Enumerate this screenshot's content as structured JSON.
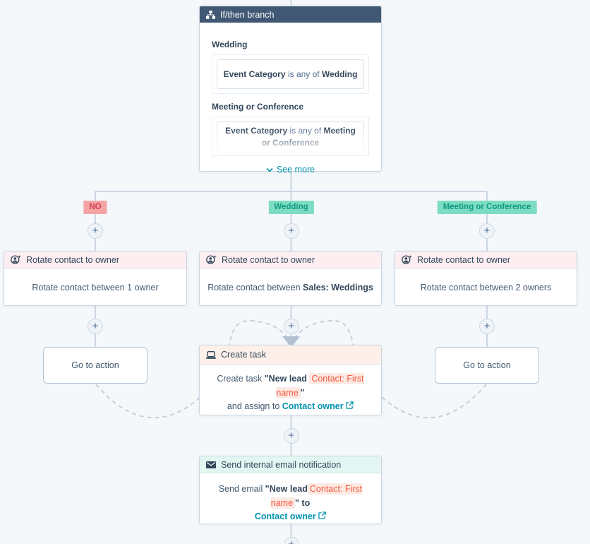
{
  "glyphs": {
    "plus": "+"
  },
  "colors": {
    "background": "#f5f8fa",
    "connector": "#cbd6e2",
    "branch_header": "#405873",
    "no_pill_bg": "#f5a4a6",
    "no_pill_text": "#d23e4c",
    "teal_pill_bg": "#7edcc3",
    "teal_pill_text": "#0f9b80",
    "token_text": "#f5563a",
    "token_bg": "#fde9e3",
    "link_teal": "#0091ae"
  },
  "icons": {
    "branch": "sitemap-icon",
    "rotate": "rotate-contact-icon",
    "task": "task-icon",
    "email": "envelope-icon",
    "external": "external-link-icon",
    "chevron": "chevron-down-icon",
    "plus": "plus-icon"
  },
  "if_then": {
    "title": "If/then branch",
    "sections": [
      {
        "name": "Wedding",
        "property": "Event Category",
        "operator": " is any of ",
        "value": "Wedding"
      },
      {
        "name": "Meeting or Conference",
        "property": "Event Category",
        "operator": " is any of ",
        "value": "Meeting or Conference"
      }
    ],
    "see_more": "See more"
  },
  "branch_pills": {
    "no": "NO",
    "wedding": "Wedding",
    "meeting": "Meeting or Conference"
  },
  "rotate_cards": {
    "title": "Rotate contact to owner",
    "left": {
      "prefix": "Rotate contact between ",
      "value": "1 owner"
    },
    "middle": {
      "prefix": "Rotate contact between ",
      "value": "Sales: Weddings"
    },
    "right": {
      "prefix": "Rotate contact between ",
      "value": "2 owners"
    }
  },
  "goto_cards": {
    "label": "Go to action"
  },
  "create_task": {
    "title": "Create task",
    "line1_prefix": "Create task ",
    "line1_bold": "\"New lead ",
    "token": "Contact: First name",
    "line1_close": "\"",
    "line2_prefix": "and assign to ",
    "line2_link": "Contact owner"
  },
  "send_email": {
    "title": "Send internal email notification",
    "line1_prefix": "Send email ",
    "line1_bold": "\"New lead",
    "token": "Contact: First name",
    "line1_suffix": "\" to ",
    "line2_link": "Contact owner"
  }
}
